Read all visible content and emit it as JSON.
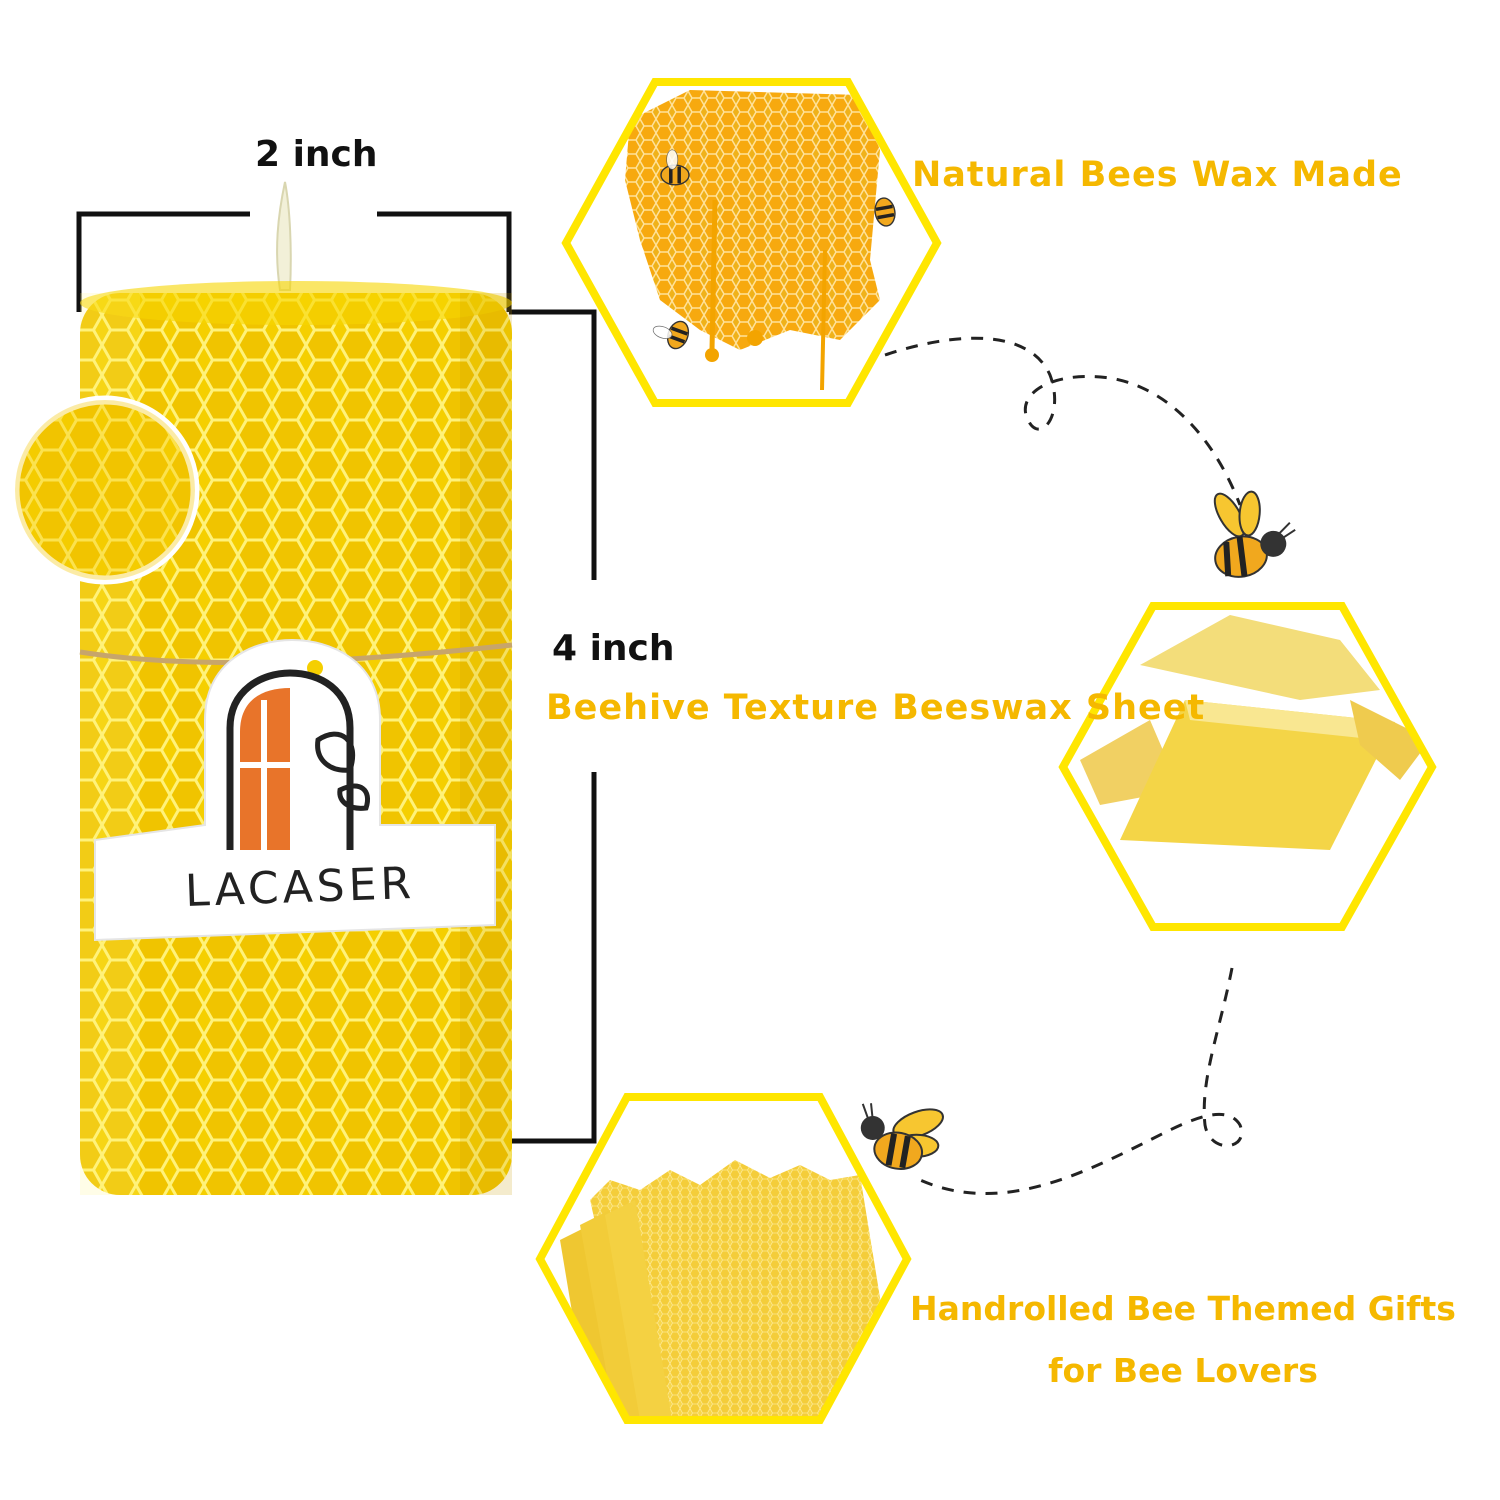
{
  "dimensions": {
    "width_label": "2 inch",
    "height_label": "4 inch"
  },
  "brand": {
    "name": "LACASER"
  },
  "features": {
    "natural": "Natural Bees Wax Made",
    "texture": "Beehive Texture Beeswax Sheet",
    "gift_line1": "Handrolled Bee Themed Gifts",
    "gift_line2": "for Bee Lovers"
  },
  "colors": {
    "accent": "#f5b800",
    "candle": "#f7d600",
    "hex_border": "#ffe600",
    "tag_orange": "#e8742a",
    "text_dark": "#111111"
  },
  "icons": [
    "bee-icon",
    "leaf-icon",
    "window-logo-icon"
  ]
}
